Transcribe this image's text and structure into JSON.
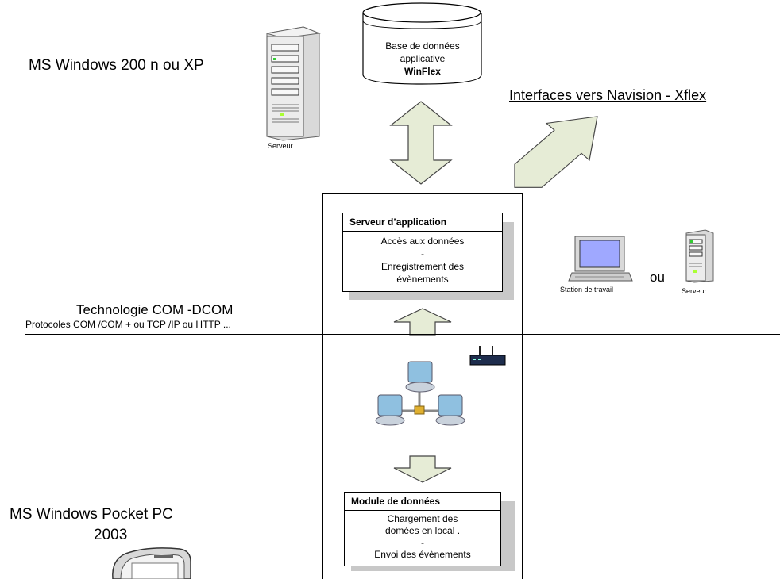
{
  "labels": {
    "os_top": "MS Windows  200 n ou XP",
    "server_caption_top": "Serveur",
    "db_line1": "Base de données",
    "db_line2": "applicative",
    "db_line3": "WinFlex",
    "interfaces": "Interfaces vers Navision     - Xflex",
    "workstation": "Station de travail",
    "or_word": "ou",
    "server_caption_right": "Serveur",
    "tech_title": "Technologie COM -DCOM",
    "tech_protocols": "Protocoles COM  /COM + ou TCP /IP ou HTTP  ...",
    "os_bottom_line1": "MS Windows Pocket PC",
    "os_bottom_line2": "2003"
  },
  "app_server": {
    "title": "Serveur d’application",
    "lines": [
      "Accès aux données",
      "-",
      "Enregistrement des",
      "évènements"
    ]
  },
  "data_module": {
    "title": "Module de données",
    "lines": [
      "Chargement des",
      "domées en local   .",
      "-",
      "Envoi des évènements"
    ]
  },
  "colors": {
    "arrow_fill": "#e6ecd6",
    "arrow_stroke": "#444444",
    "monitor": "#9fa8ff",
    "node": "#8fc0e0",
    "server": "#e6e6e6"
  }
}
